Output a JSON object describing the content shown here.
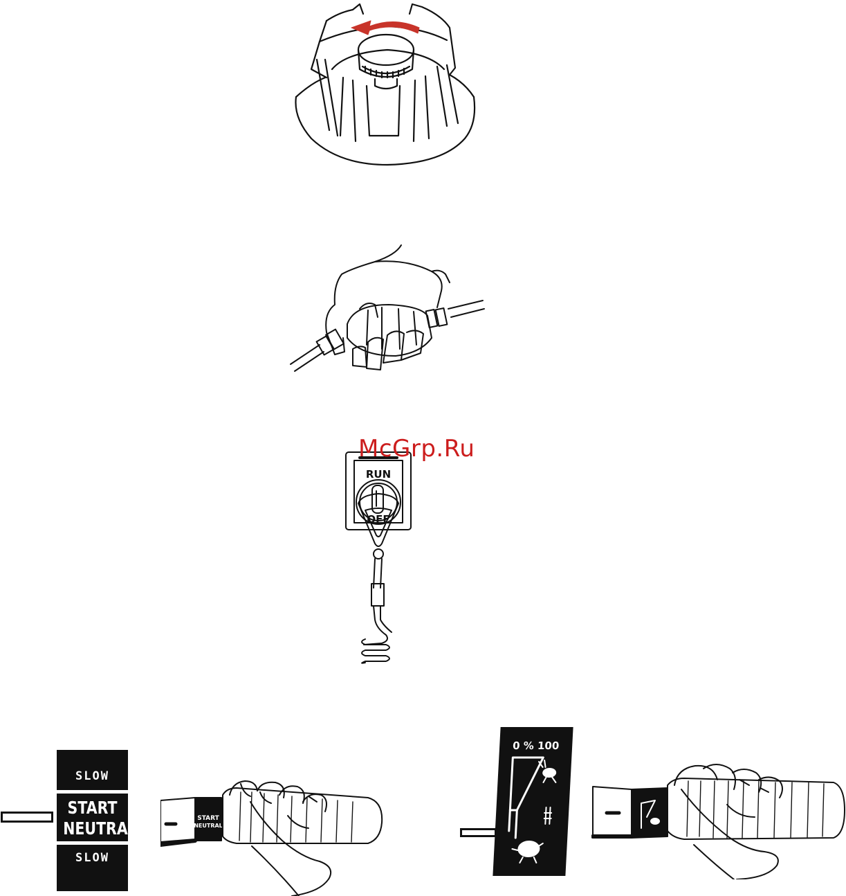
{
  "watermark": {
    "text": "McGrp.Ru",
    "color": "#cc1d1d"
  },
  "stop_switch": {
    "run_label": "RUN",
    "off_label": "OFF"
  },
  "shift_decal": {
    "top_label": "SLOW",
    "center_line_1": "START",
    "center_line_2": "NEUTRAL",
    "bottom_label": "SLOW"
  },
  "grip_left_decal": {
    "line_1": "START",
    "line_2": "NEUTRAL"
  },
  "throttle_decal": {
    "scale_text": "0 % 100"
  },
  "icons": {
    "fuel_cap_arrow": "counterclockwise-arrow-icon",
    "fast_symbol": "hare-icon",
    "slow_symbol": "turtle-icon"
  },
  "colors": {
    "arrow": "#c8342a",
    "ink": "#111111"
  }
}
